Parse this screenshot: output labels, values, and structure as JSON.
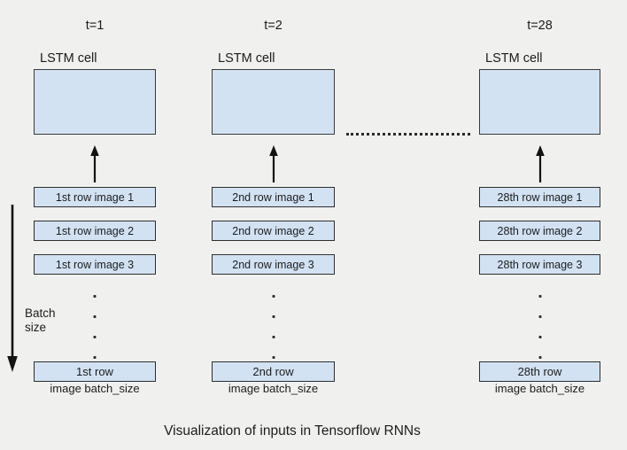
{
  "diagram": {
    "caption": "Visualization of inputs in Tensorflow RNNs",
    "batch_label_line1": "Batch",
    "batch_label_line2": "size",
    "colors": {
      "background": "#f0f0ee",
      "box_fill": "#d2e2f3",
      "box_border": "#3a3a3a",
      "arrow": "#131313",
      "text": "#1c1c1c"
    },
    "columns": [
      {
        "time_label": "t=1",
        "cell_label": "LSTM cell",
        "rows": [
          "1st row image 1",
          "1st row image 2",
          "1st row image 3"
        ],
        "last_row_label": "1st row",
        "last_row_sublabel": "image batch_size"
      },
      {
        "time_label": "t=2",
        "cell_label": "LSTM cell",
        "rows": [
          "2nd row image 1",
          "2nd row image 2",
          "2nd row image 3"
        ],
        "last_row_label": "2nd row",
        "last_row_sublabel": "image batch_size"
      },
      {
        "time_label": "t=28",
        "cell_label": "LSTM cell",
        "rows": [
          "28th row image 1",
          "28th row image 2",
          "28th row image 3"
        ],
        "last_row_label": "28th row",
        "last_row_sublabel": "image batch_size"
      }
    ]
  }
}
